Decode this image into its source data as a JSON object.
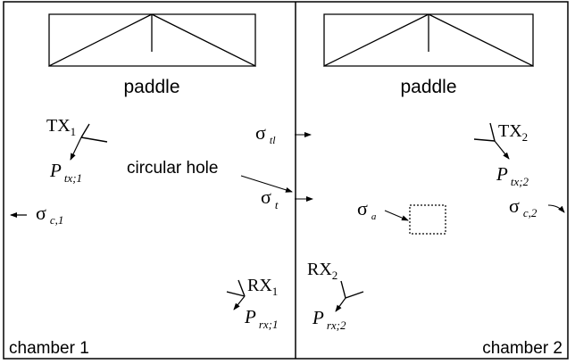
{
  "chamber1": {
    "label": "chamber 1",
    "paddle_label": "paddle",
    "tx": {
      "base": "TX",
      "sub": "1"
    },
    "rx": {
      "base": "RX",
      "sub": "1"
    },
    "p_tx": {
      "base": "P",
      "sub": "tx;1"
    },
    "p_rx": {
      "base": "P",
      "sub": "rx;1"
    },
    "sigma_c": {
      "base": "σ",
      "sub": "c,1"
    }
  },
  "chamber2": {
    "label": "chamber 2",
    "paddle_label": "paddle",
    "tx": {
      "base": "TX",
      "sub": "2"
    },
    "rx": {
      "base": "RX",
      "sub": "2"
    },
    "p_tx": {
      "base": "P",
      "sub": "tx;2"
    },
    "p_rx": {
      "base": "P",
      "sub": "rx;2"
    },
    "sigma_c": {
      "base": "σ",
      "sub": "c,2"
    },
    "sigma_a": {
      "base": "σ",
      "sub": "a"
    }
  },
  "wall": {
    "hole_label": "circular hole",
    "sigma_tl": {
      "base": "σ",
      "sub": "tl"
    },
    "sigma_t": {
      "base": "σ",
      "sub": "t"
    }
  }
}
